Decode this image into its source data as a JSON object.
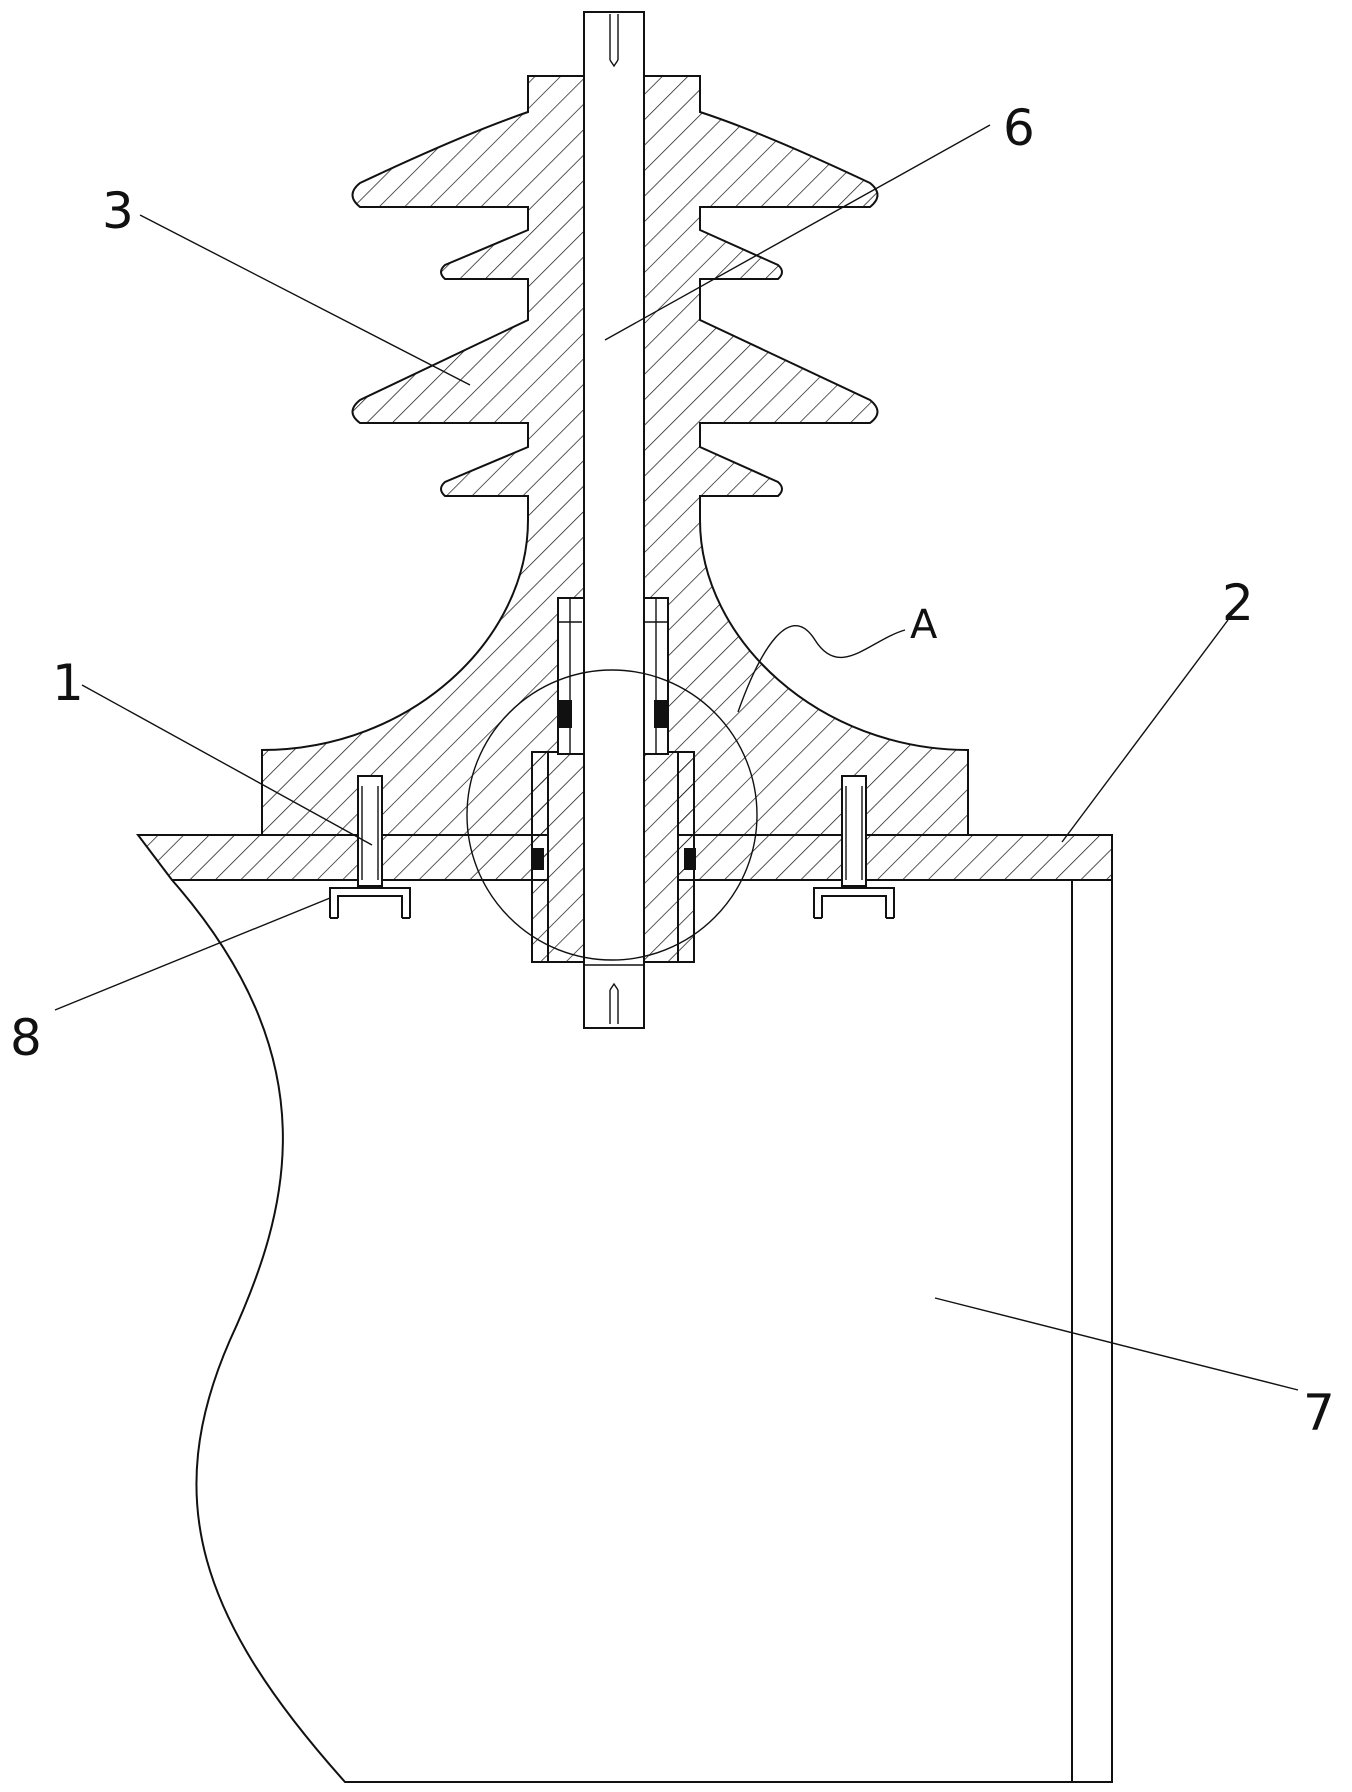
{
  "labels": {
    "part_1": "1",
    "part_2": "2",
    "part_3": "3",
    "part_6": "6",
    "part_7": "7",
    "part_8": "8",
    "detail_a": "A"
  },
  "colors": {
    "line": "#111111",
    "background": "#ffffff"
  }
}
